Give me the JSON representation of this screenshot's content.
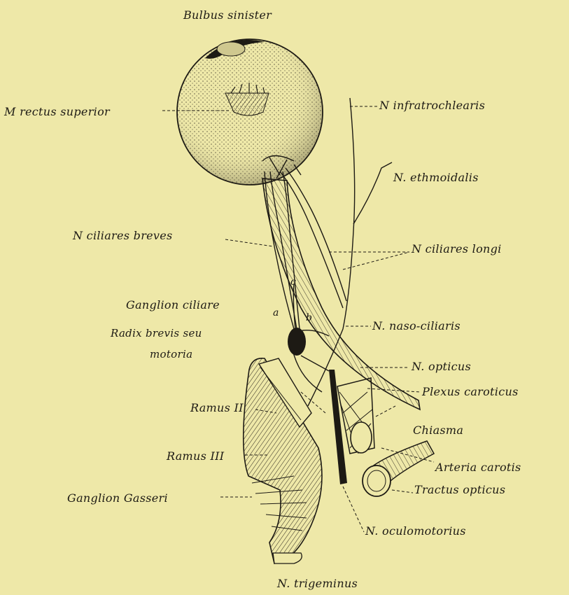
{
  "labels": {
    "bulbus": "Bulbus sinister",
    "rectus": "M rectus superior",
    "infratrochlearis": "N infratrochlearis",
    "ethmoidalis": "N. ethmoidalis",
    "ciliares_breves": "N ciliares breves",
    "ciliares_longi": "N ciliares longi",
    "ganglion_ciliare": "Ganglion ciliare",
    "radix": "Radix brevis seu",
    "motoria": "motoria",
    "naso_ciliaris": "N. naso-ciliaris",
    "opticus": "N. opticus",
    "plexus": "Plexus caroticus",
    "chiasma": "Chiasma",
    "ramus2": "Ramus II",
    "ramus3": "Ramus III",
    "arteria": "Arteria carotis",
    "gasseri": "Ganglion Gasseri",
    "tractus": "Tractus opticus",
    "oculomotorius": "N. oculomotorius",
    "trigeminus": "N. trigeminus"
  },
  "letters": {
    "a": "a",
    "b": "b",
    "c": "c"
  },
  "colors": {
    "paper": "#eee8a8",
    "ink": "#1d1a14"
  }
}
